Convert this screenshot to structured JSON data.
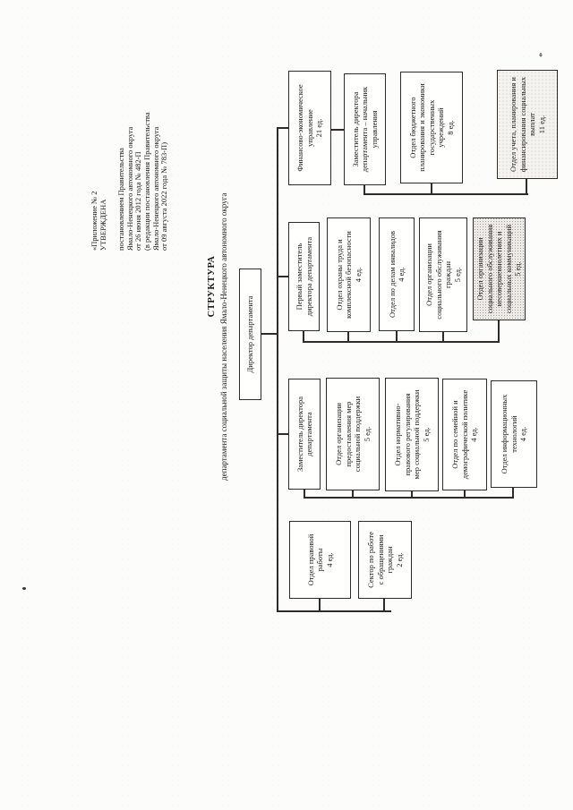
{
  "document": {
    "approval": {
      "lines": [
        "«Приложение № 2",
        "УТВЕРЖДЕНА",
        "постановлением Правительства",
        "Ямало-Ненецкого автономного округа",
        "от 26 июня 2012 года № 482-П",
        "(в редакции постановления Правительства",
        "Ямало-Ненецкого автономного округа",
        "от 09 августа 2022 года № 783-П)"
      ]
    },
    "title": {
      "main": "СТРУКТУРА",
      "subtitle": "департамента социальной защиты населения Ямало-Ненецкого автономного округа"
    },
    "marks": {
      "asterisk": "*"
    }
  },
  "chart": {
    "director": "Директор департамента",
    "groups": {
      "legal": {
        "boxes": [
          "Отдел правовой\nработы\n4 ед.",
          "Сектор по работе\nс обращениями\nграждан\n2 ед."
        ]
      },
      "deputy": {
        "head": "Заместитель директора\nдепартамента",
        "boxes": [
          "Отдел организации\nпредоставления мер\nсоциальной поддержки\n5 ед.",
          "Отдел нормативно-\nправового регулирования\nмер социальной поддержки\n5 ед.",
          "Отдел по семейной и\nдемографической политике\n4 ед.",
          "Отдел информационных\nтехнологий\n4 ед."
        ]
      },
      "first_deputy": {
        "head": "Первый заместитель\nдиректора департамента",
        "boxes": [
          "Отдел охраны труда и\nкомплексной безопасности\n4 ед.",
          "Отдел по делам инвалидов\n4 ед.",
          "Отдел организации\nсоциального обслуживания\nграждан\n5 ед.",
          "Отдел организации\nсоциального обслуживания\nнесовершеннолетних и\nсоциальных коммуникаций\n5 ед."
        ]
      },
      "finance": {
        "head": "Финансово-экономическое\nуправление\n21 ед.",
        "boxes": [
          "Заместитель директора\nдепартамента – начальник\nуправления",
          "Отдел бюджетного\nпланирования и экономики\nгосударственных\nучреждений\n8 ед.",
          "Отдел учета, планирования и\nфинансирования социальных\nвыплат\n11 ед."
        ]
      }
    }
  },
  "colors": {
    "ink": "#2e2b28",
    "paper": "#fcfcfa",
    "text": "#1d1a17"
  }
}
